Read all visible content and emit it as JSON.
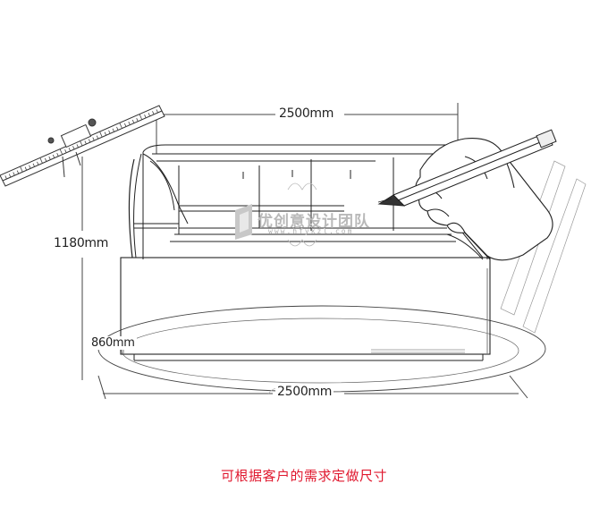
{
  "dimensions": {
    "top_width": "2500mm",
    "height": "1180mm",
    "depth": "860mm",
    "bottom_width": "2500mm"
  },
  "watermark": {
    "brand": "优创意设计团队",
    "url": "www.hfykzl.com"
  },
  "caption": {
    "text": "可根据客户的需求定做尺寸",
    "color": "#e0192f"
  },
  "icons": [
    "ruler-icon",
    "pencil-icon",
    "hand-icon",
    "watermark-logo-icon"
  ]
}
